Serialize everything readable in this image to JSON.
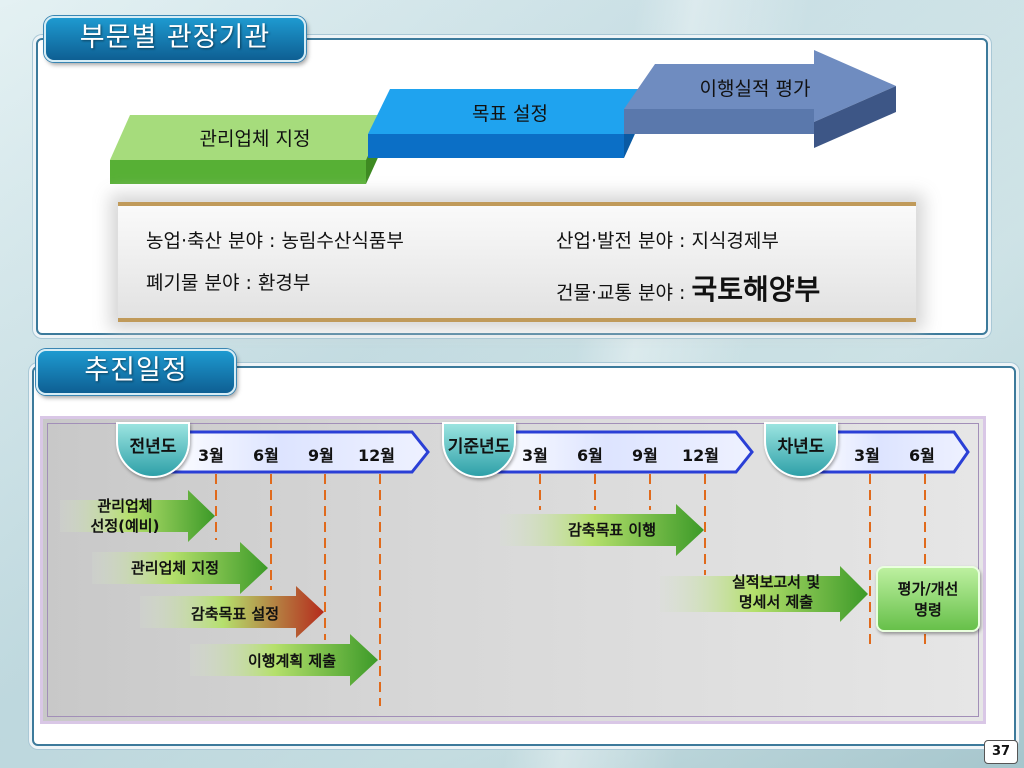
{
  "section1": {
    "title": "부문별 관장기관",
    "steps": [
      "관리업체 지정",
      "목표 설정",
      "이행실적 평가"
    ],
    "info": {
      "agriculture": "농업·축산 분야 : 농림수산식품부",
      "industry": "산업·발전 분야 : 지식경제부",
      "waste": "폐기물 분야 : 환경부",
      "building_prefix": "건물·교통 분야 : ",
      "building_ministry": "국토해양부"
    }
  },
  "section2": {
    "title": "추진일정",
    "years": [
      "전년도",
      "기준년도",
      "차년도"
    ],
    "months_prev": [
      "3월",
      "6월",
      "9월",
      "12월"
    ],
    "months_base": [
      "3월",
      "6월",
      "9월",
      "12월"
    ],
    "months_next": [
      "3월",
      "6월"
    ],
    "tasks": {
      "select_line1": "관리업체",
      "select_line2": "선정(예비)",
      "designate": "관리업체 지정",
      "target_set": "감축목표 설정",
      "plan_submit": "이행계획 제출",
      "target_exec": "감축목표 이행",
      "report_line1": "실적보고서 및",
      "report_line2": "명세서 제출",
      "eval_line1": "평가/개선",
      "eval_line2": "명령"
    }
  },
  "page_number": "37",
  "colors": {
    "title_pill": "#1e9ad0",
    "step1": "#6cc04a",
    "step2": "#1aa0ee",
    "step3": "#7d98c6",
    "arrow_green": "#3c9a28",
    "arrow_red": "#b52a1c",
    "timeline_blue": "#2a3fd6"
  }
}
